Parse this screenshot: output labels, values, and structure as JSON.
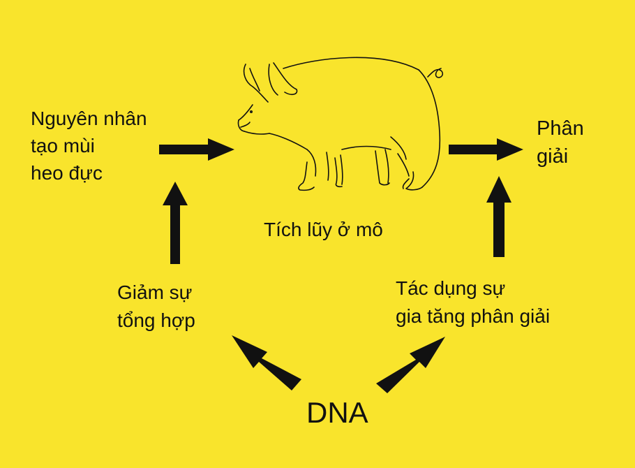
{
  "colors": {
    "background": "#f9e42c",
    "arrow": "#111111",
    "pig_outline": "#111111"
  },
  "pig": {
    "icon": "pig-outline-icon"
  },
  "labels": {
    "cause": {
      "line1": "Nguyên nhân",
      "line2": "tạo mùi",
      "line3": "heo đực"
    },
    "breakdown": {
      "line1": "Phân",
      "line2": "giải"
    },
    "accumulation": "Tích lũy ở mô",
    "reduce_synthesis": {
      "line1": "Giảm sự",
      "line2": "tổng hợp"
    },
    "increase_breakdown": {
      "line1": "Tác dụng sự",
      "line2": "gia tăng phân giải"
    },
    "dna": "DNA"
  }
}
